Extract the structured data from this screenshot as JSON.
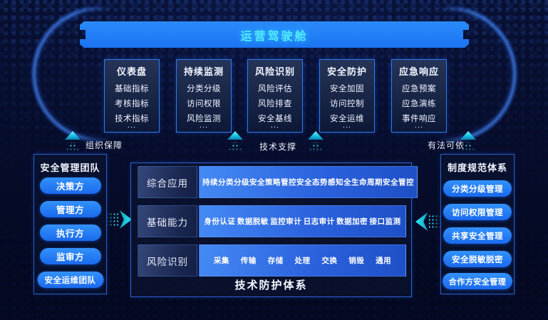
{
  "banner": {
    "title": "运营驾驶舱"
  },
  "columns": [
    {
      "title": "仪表盘",
      "items": [
        "基础指标",
        "考核指标",
        "技术指标"
      ],
      "more": "..."
    },
    {
      "title": "持续监测",
      "items": [
        "分类分级",
        "访问权限",
        "风险监测"
      ],
      "more": "..."
    },
    {
      "title": "风险识别",
      "items": [
        "风险评估",
        "风险排查",
        "安全基线"
      ],
      "more": "..."
    },
    {
      "title": "安全防护",
      "items": [
        "安全加固",
        "访问控制",
        "安全运维"
      ],
      "more": "..."
    },
    {
      "title": "应急响应",
      "items": [
        "应急预案",
        "应急演练",
        "事件响应"
      ],
      "more": "..."
    }
  ],
  "mid_labels": {
    "organization": "组织保障",
    "technology": "技术支撑",
    "law": "有法可依"
  },
  "left_panel": {
    "title": "安全管理团队",
    "pills": [
      "决策方",
      "管理方",
      "执行方",
      "监审方",
      "安全运维团队"
    ]
  },
  "right_panel": {
    "title": "制度规范体系",
    "pills": [
      "分类分级管理",
      "访问权限管理",
      "共享安全管理",
      "安全脱敏脱密",
      "合作方安全管理"
    ]
  },
  "center_panel": {
    "rows": [
      {
        "label": "综合应用",
        "items": [
          "持续分类分级",
          "安全策略管控",
          "安全态势感知",
          "全生命周期安全管控"
        ]
      },
      {
        "label": "基础能力",
        "items": [
          "身份认证",
          "数据脱敏",
          "监控审计",
          "日志审计",
          "数据加密",
          "接口监测"
        ]
      },
      {
        "label": "风险识别",
        "items": [
          "采集",
          "传输",
          "存储",
          "处理",
          "交换",
          "销毁",
          "通用"
        ]
      }
    ],
    "caption": "技术防护体系"
  },
  "colors": {
    "background": "#070e2e",
    "banner_blue": "#1e7ef7",
    "banner_text_cyan": "#52e9ff",
    "pill_blue": "#2286f7",
    "card_border_blue": "#2e7bf0",
    "arrow_cyan": "#33ecf2",
    "text_white": "#ffffff"
  }
}
